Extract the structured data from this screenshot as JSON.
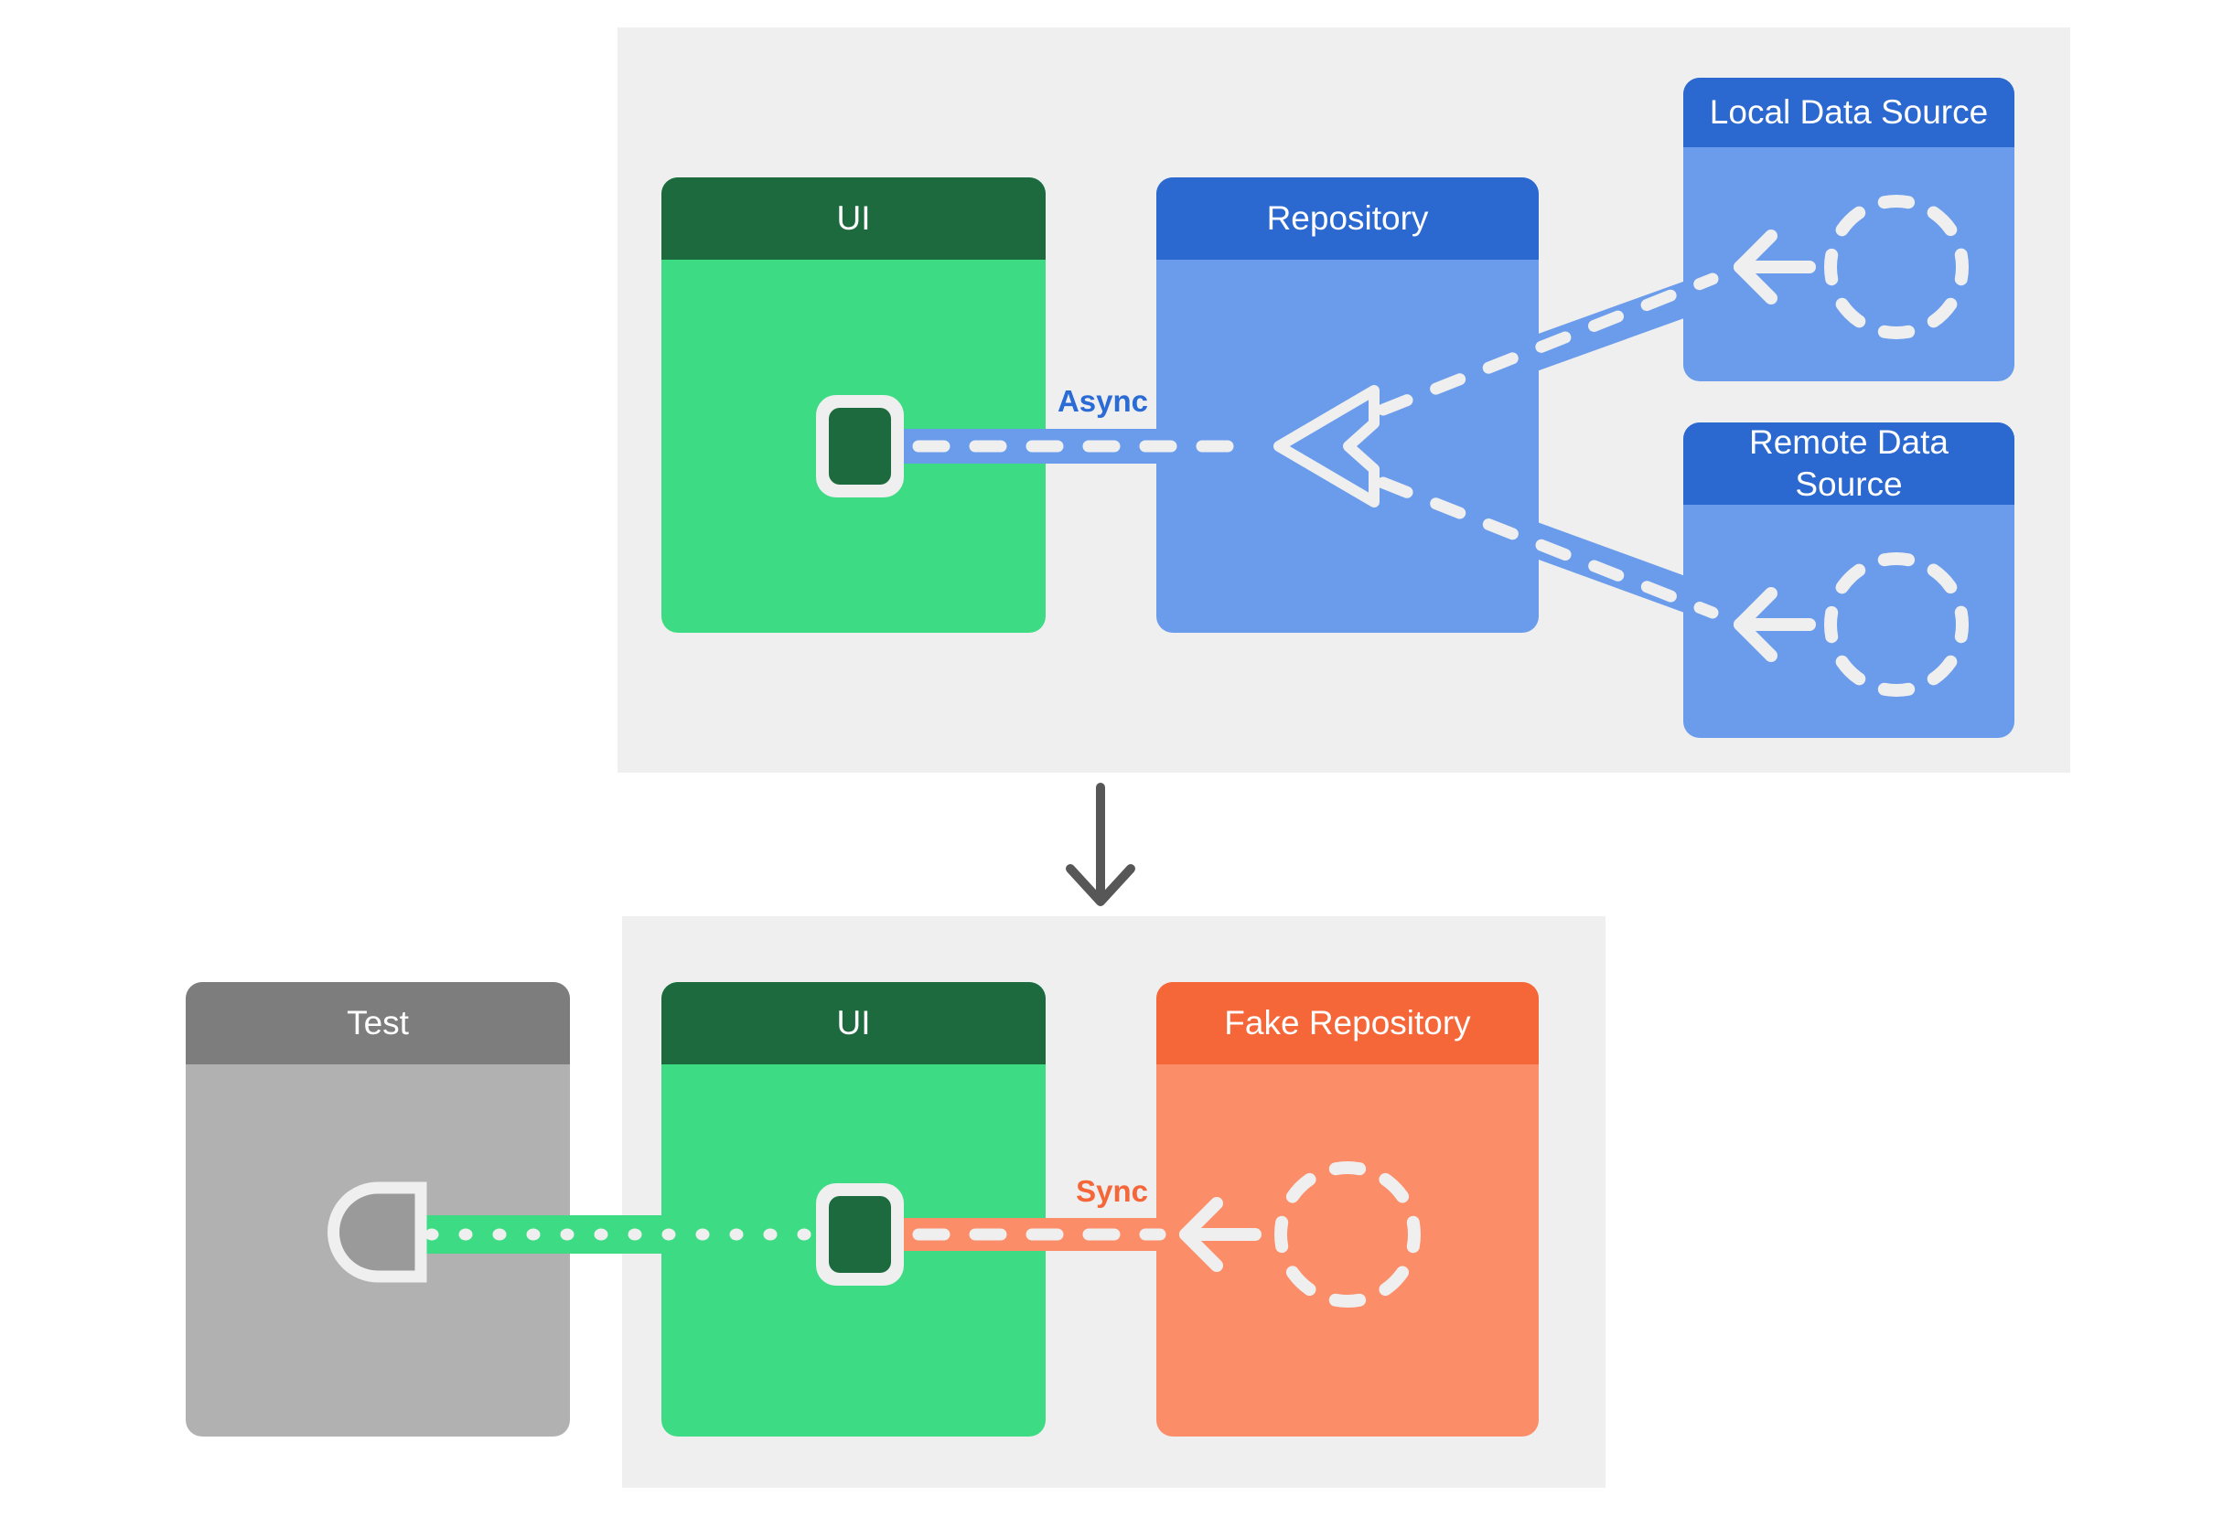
{
  "top_panel": {
    "ui": "UI",
    "repository": "Repository",
    "local_data_source": "Local Data Source",
    "remote_data_source": "Remote Data Source",
    "async_label": "Async"
  },
  "bottom_panel": {
    "test": "Test",
    "ui": "UI",
    "fake_repository": "Fake Repository",
    "sync_label": "Sync"
  },
  "colors": {
    "android_green": "#3ddc84",
    "dark_green": "#1c6a3e",
    "blue_header": "#2b68d0",
    "blue_body": "#6b9ceb",
    "async_label_blue": "#2a6bd6",
    "orange_header": "#f56638",
    "orange_body": "#fb8d68",
    "gray_header": "#7d7d7d",
    "gray_body": "#b1b1b1",
    "socket_gray": "#9a9a9a",
    "panel_background": "#efefef",
    "connector_white": "#efefef",
    "flow_arrow_gray": "#575757"
  },
  "icons": {
    "observer_square": "square-icon",
    "merge_triangle": "triangle-icon",
    "data_source_circle": "dashed-circle-icon",
    "direction_arrow": "left-arrow-icon",
    "test_socket": "socket-icon",
    "flow_arrow": "down-arrow-icon"
  }
}
